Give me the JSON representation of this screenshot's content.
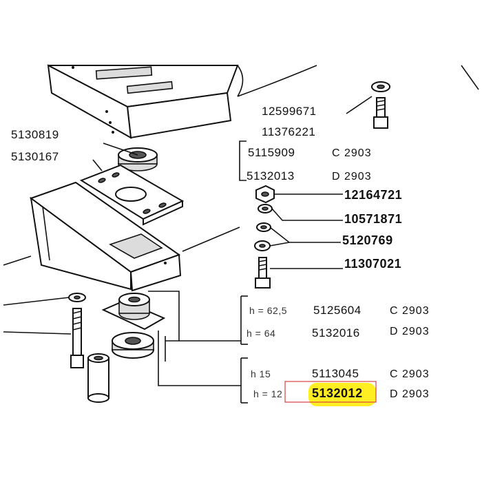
{
  "labels": {
    "p5130819": "5130819",
    "p5130167": "5130167",
    "p12599671": "12599671",
    "p11376221": "11376221",
    "p5115909": "5115909",
    "c5115909": "C 2903",
    "p5132013": "5132013",
    "c5132013": "D 2903",
    "p12164721": "12164721",
    "p10571871": "10571871",
    "p5120769": "5120769",
    "p11307021": "11307021",
    "h1": "h = 62,5",
    "p5125604": "5125604",
    "c5125604": "C 2903",
    "h2": "h = 64",
    "p5132016": "5132016",
    "c5132016": "D 2903",
    "h3": "h   15",
    "p5113045": "5113045",
    "c5113045": "C 2903",
    "h4": "h = 12",
    "p5132012": "5132012",
    "c5132012": "D 2903"
  },
  "highlight": {
    "part": "5132012",
    "marker_color": "#ffee22",
    "box_color": "#d94040"
  }
}
